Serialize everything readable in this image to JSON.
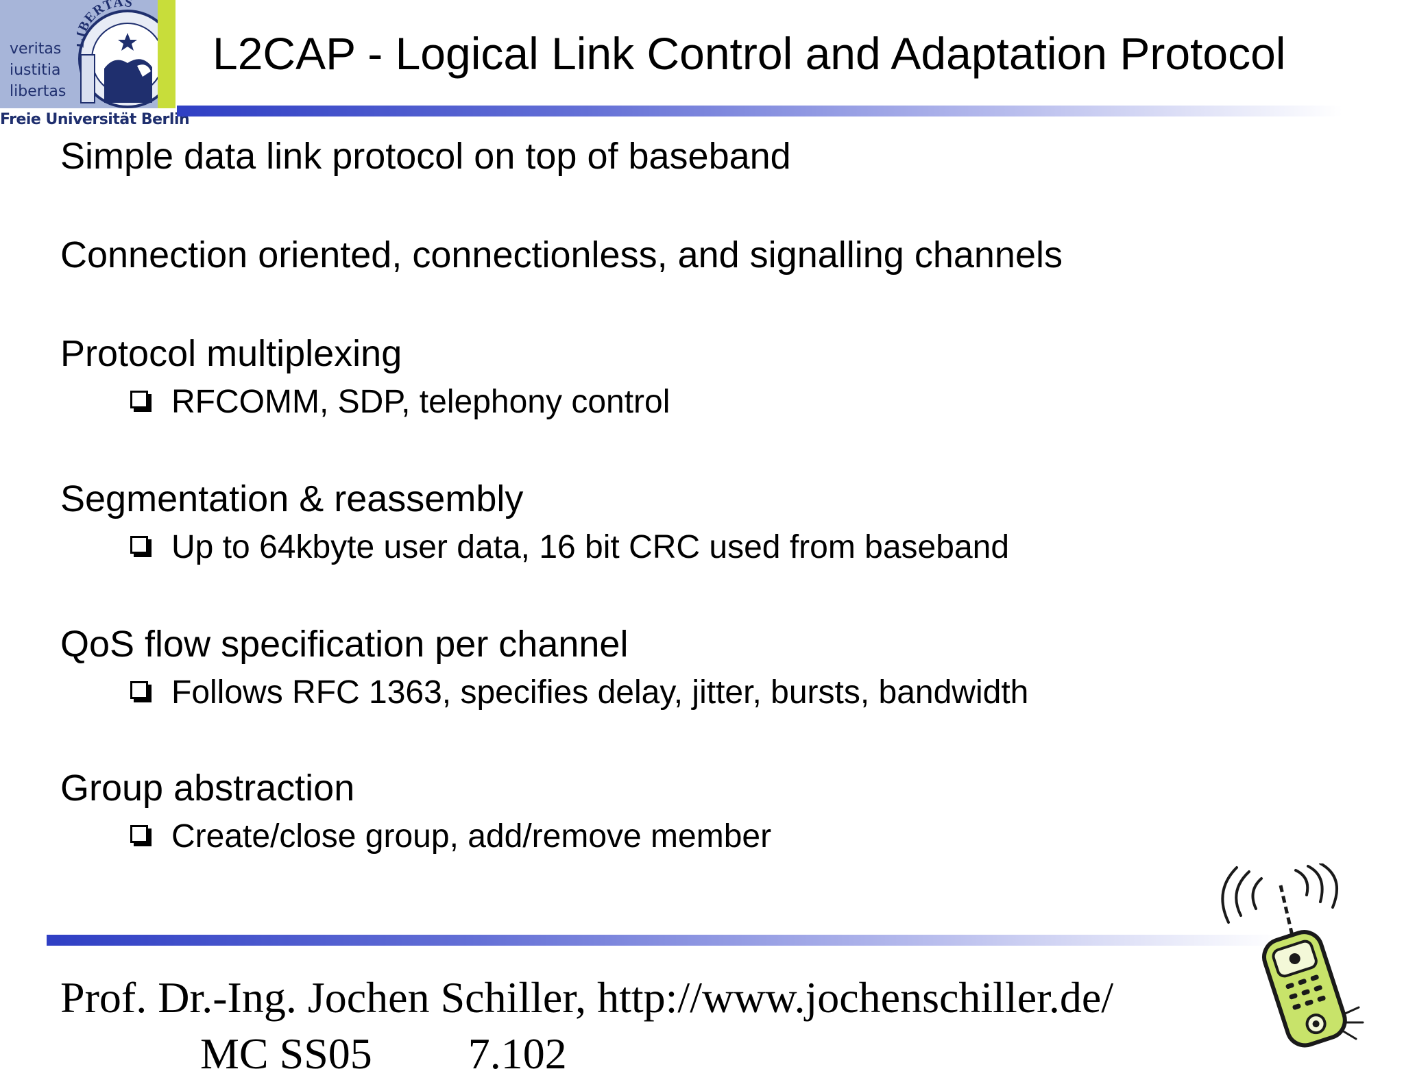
{
  "logo": {
    "seal_text": "LIBERTAS",
    "motto": [
      "veritas",
      "iustitia",
      "libertas"
    ],
    "institution": "Freie Universität Berlin"
  },
  "title": "L2CAP - Logical Link Control and Adaptation Protocol",
  "bullets": [
    {
      "text": "Simple data link protocol on top of baseband",
      "subitems": []
    },
    {
      "text": "Connection oriented, connectionless, and signalling channels",
      "subitems": []
    },
    {
      "text": "Protocol multiplexing",
      "subitems": [
        "RFCOMM, SDP, telephony control"
      ]
    },
    {
      "text": "Segmentation & reassembly",
      "subitems": [
        "Up to 64kbyte user data, 16 bit CRC used from baseband"
      ]
    },
    {
      "text": "QoS flow specification per channel",
      "subitems": [
        "Follows RFC 1363, specifies delay, jitter, bursts, bandwidth"
      ]
    },
    {
      "text": "Group abstraction",
      "subitems": [
        "Create/close group, add/remove member"
      ]
    }
  ],
  "footer": {
    "author": "Prof. Dr.-Ing. Jochen Schiller, http://www.jochenschiller.de/",
    "course": "MC SS05",
    "page": "7.102"
  },
  "colors": {
    "rule_start": "#2f3fc4",
    "logo_panel": "#a7b5d9",
    "logo_stripe": "#c8dd3a",
    "logo_text": "#1f2f6e",
    "phone_body": "#c8e36a"
  },
  "icons": [
    "university-seal-icon",
    "mobile-phone-clipart-icon",
    "checkbox-bullet-icon"
  ]
}
